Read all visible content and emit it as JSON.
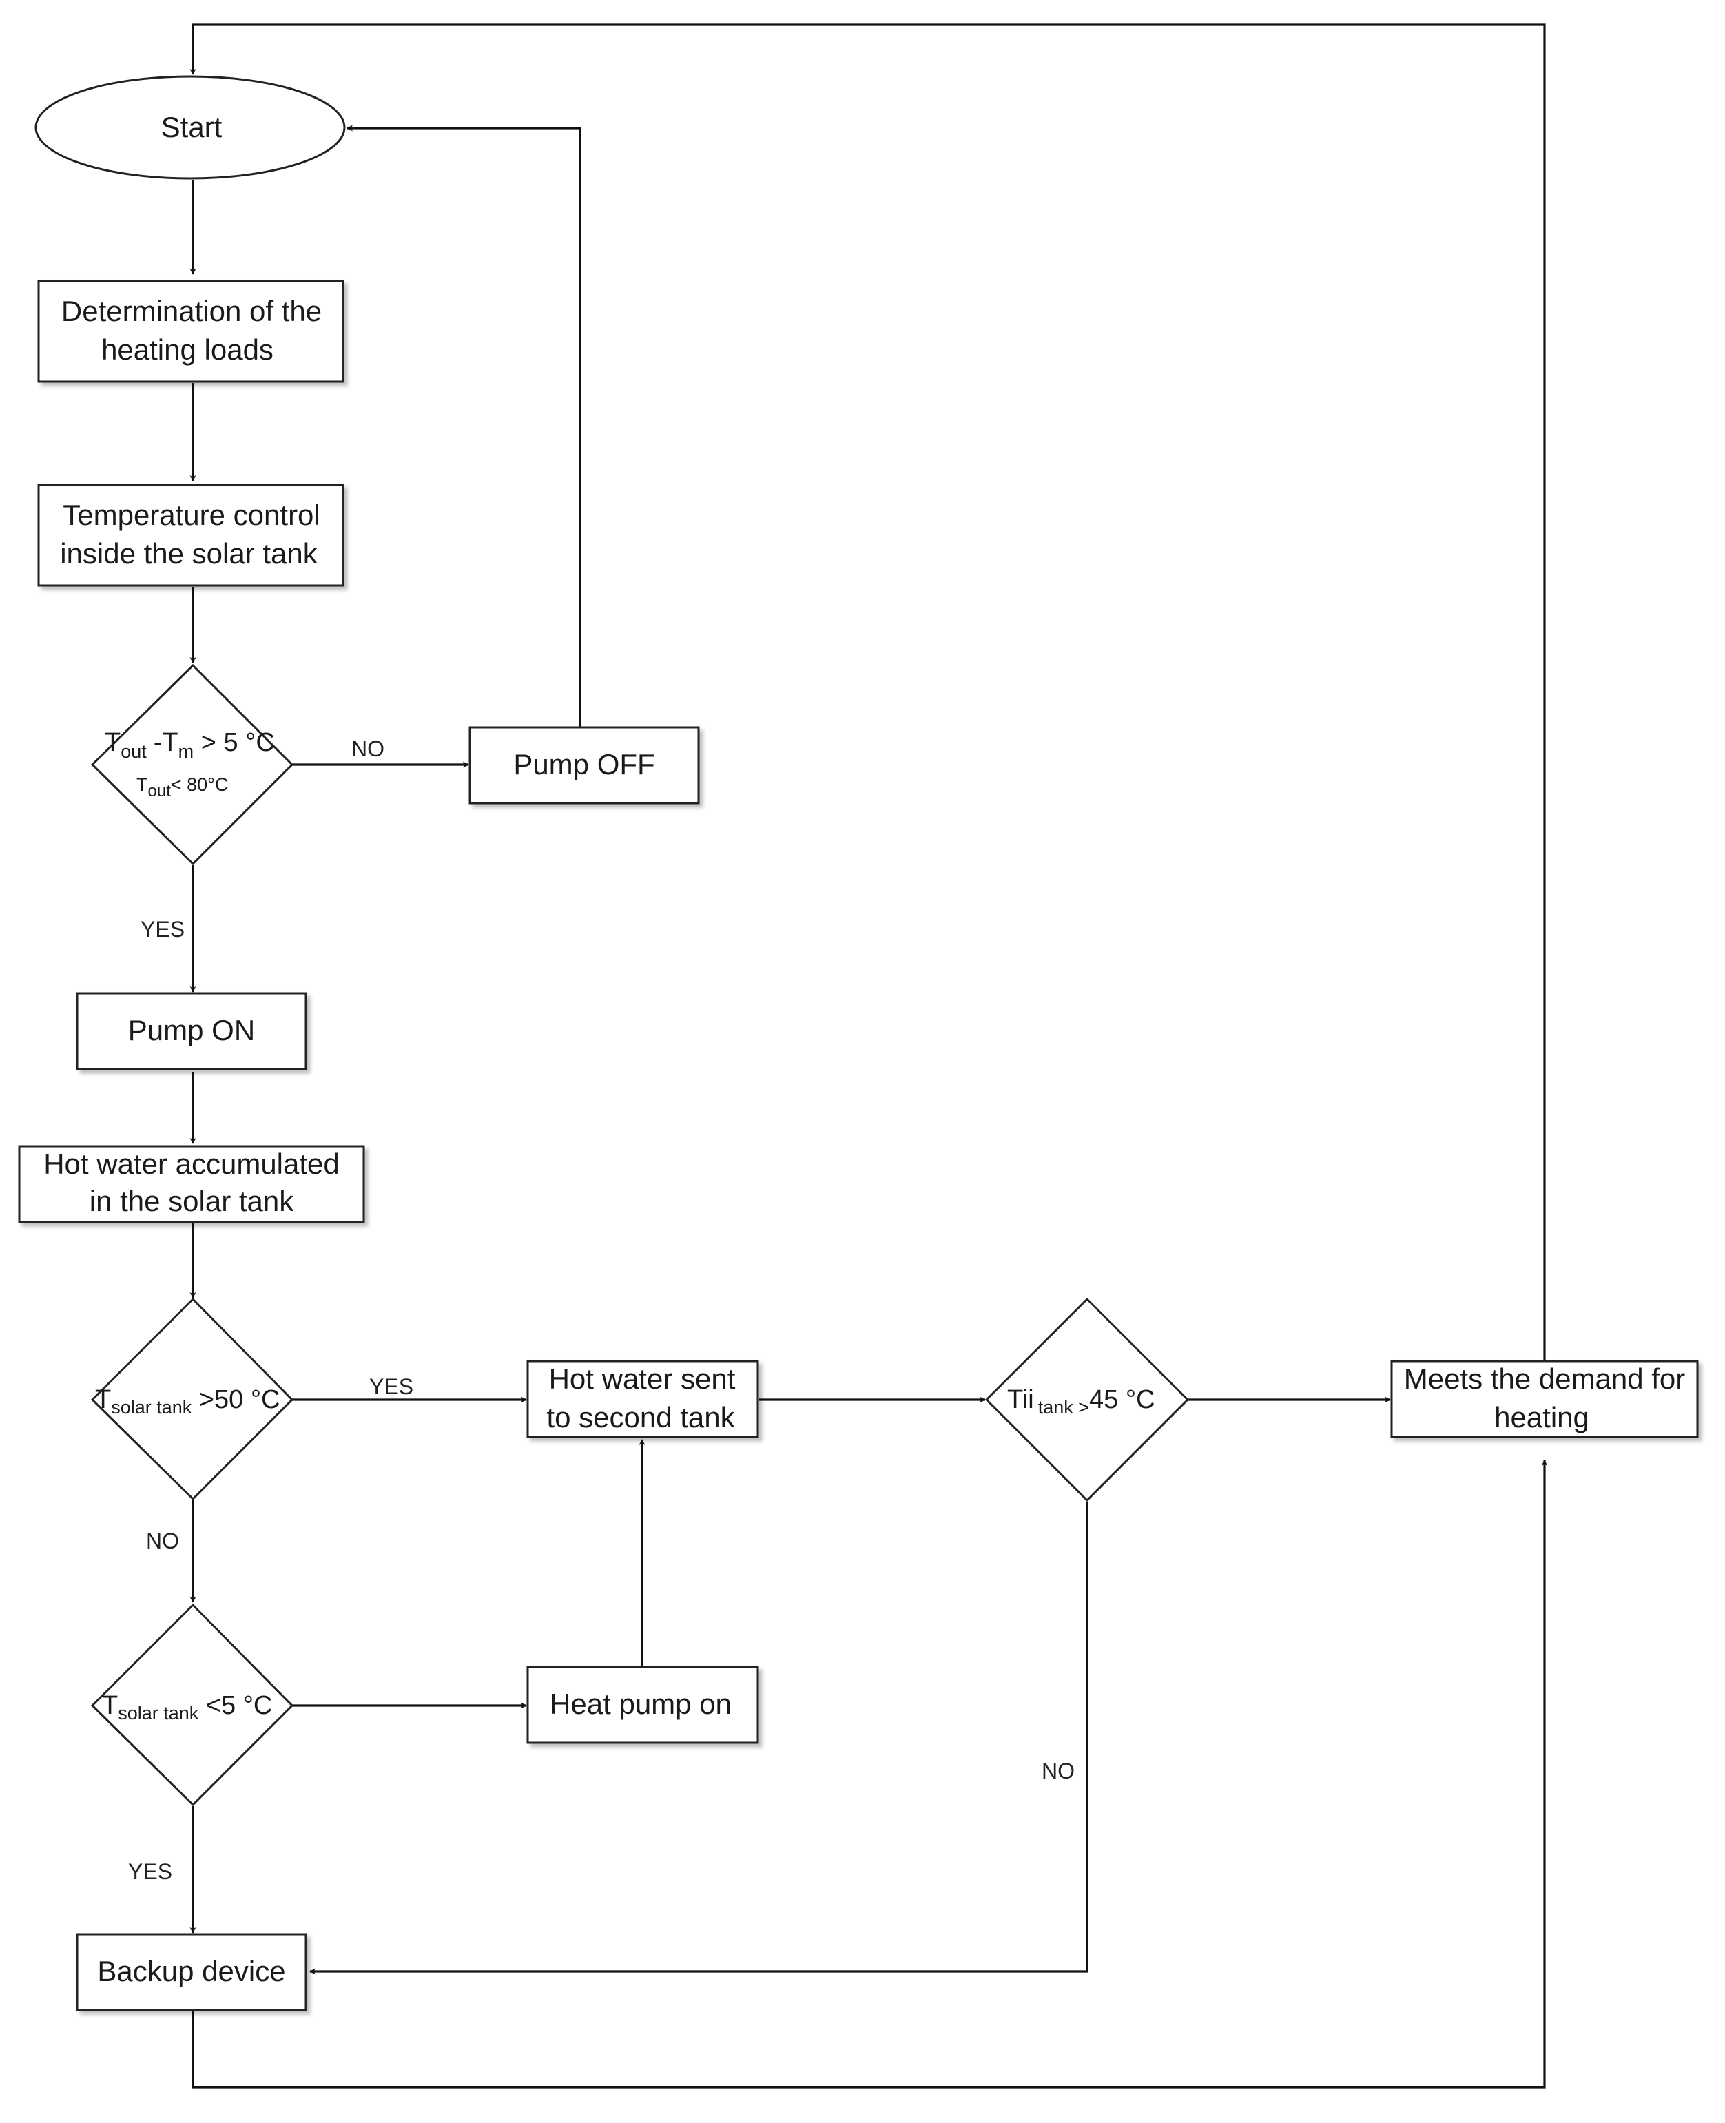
{
  "nodes": {
    "start": "Start",
    "determination": [
      "Determination of the",
      "heating loads"
    ],
    "temp_control": [
      "Temperature control",
      "inside the solar tank"
    ],
    "decision1": {
      "line1": {
        "T": "T",
        "sub_out": "out",
        "minus_tm": "-T",
        "sub_m": "m",
        "cond": " > 5 °C"
      },
      "line2": {
        "T": "T",
        "sub_out": "out",
        "cond": "<  80°C"
      }
    },
    "pump_off": "Pump OFF",
    "pump_on": "Pump ON",
    "hot_water_acc": [
      "Hot water accumulated",
      "in the solar tank"
    ],
    "decision2": {
      "T": "T",
      "sub": "solar tank",
      "cond": " >50 °C"
    },
    "decision3": {
      "T": "T",
      "sub": "solar tank",
      "cond": " <5 °C"
    },
    "hot_water_sent": [
      "Hot water sent",
      "to second tank"
    ],
    "heat_pump_on": "Heat pump on",
    "decision4": {
      "T": "Tii",
      "sub": "tank >",
      "cond": "45 °C"
    },
    "meets_demand": [
      "Meets the demand for",
      "heating"
    ],
    "backup": "Backup device"
  },
  "edges": {
    "d1_no": "NO",
    "d1_yes": "YES",
    "d2_yes": "YES",
    "d2_no": "NO",
    "d3_yes": "YES",
    "d4_no": "NO"
  }
}
